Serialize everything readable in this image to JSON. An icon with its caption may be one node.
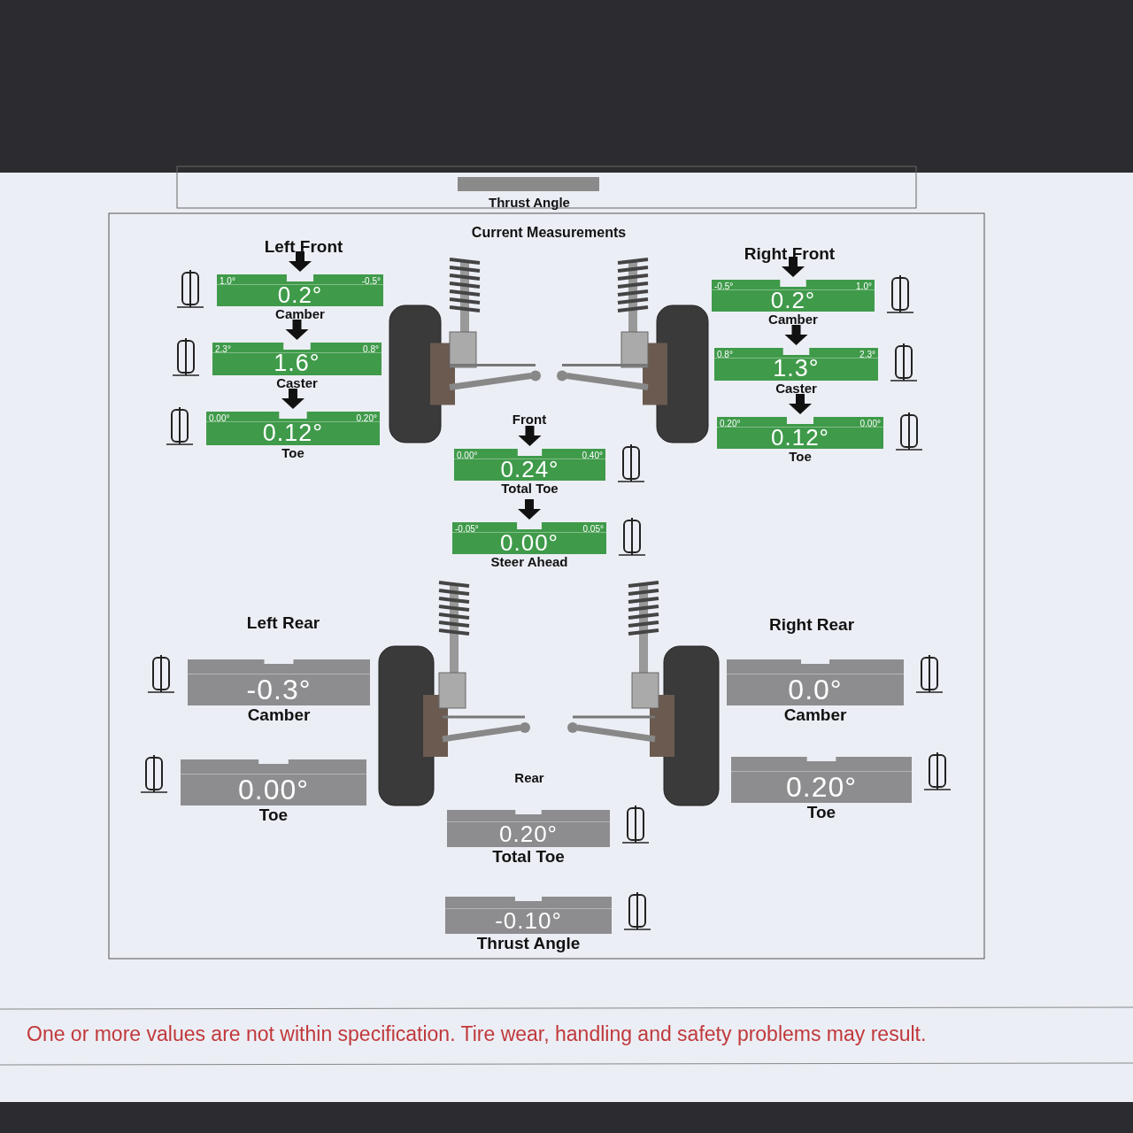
{
  "diagram": {
    "title": "Current Measurements",
    "nodes": [
      {
        "text": [],
        "shape": "bar"
      },
      {
        "text": [
          "1.0°",
          "0.2°",
          "-0.5°"
        ],
        "beside": [
          "Camber"
        ]
      },
      {
        "text": [
          "-0.5°",
          "0.2°",
          "1.0°"
        ],
        "beside": [
          "Camber"
        ]
      },
      {
        "text": [
          "2.3°",
          "1.6°",
          "0.8°"
        ],
        "beside": [
          "Caster"
        ]
      },
      {
        "text": [
          "0.8°",
          "1.3°",
          "2.3°"
        ],
        "beside": [
          "Caster"
        ]
      },
      {
        "text": [
          "0.00°",
          "0.12°",
          "0.20°"
        ],
        "beside": [
          "Toe"
        ]
      },
      {
        "text": [
          "0.20°",
          "0.12°",
          "0.00°"
        ],
        "beside": [
          "Toe"
        ]
      },
      {
        "text": [
          "0.00°",
          "0.24°",
          "0.40°"
        ],
        "beside": [
          "Total Toe"
        ]
      },
      {
        "text": [
          "-0.05°",
          "0.00°",
          "0.05°"
        ],
        "beside": [
          "Steer Ahead"
        ]
      },
      {
        "text": [
          "-0.3°"
        ],
        "beside": [
          "Camber"
        ]
      },
      {
        "text": [
          "0.0°"
        ],
        "beside": [
          "Camber"
        ]
      },
      {
        "text": [
          "0.00°"
        ],
        "beside": [
          "Toe"
        ]
      },
      {
        "text": [
          "0.20°"
        ],
        "beside": [
          "Toe"
        ]
      },
      {
        "text": [
          "0.20°"
        ],
        "beside": [
          "Total Toe"
        ]
      },
      {
        "text": [
          "-0.10°"
        ],
        "beside": [
          "Thrust Angle"
        ]
      }
    ],
    "labels": [
      "Thrust Angle",
      "Left Front",
      "Right Front",
      "Front",
      "Left Rear",
      "Right Rear",
      "Rear",
      "One or more values are not within specification.  Tire wear, handling and safety problems may result."
    ]
  }
}
